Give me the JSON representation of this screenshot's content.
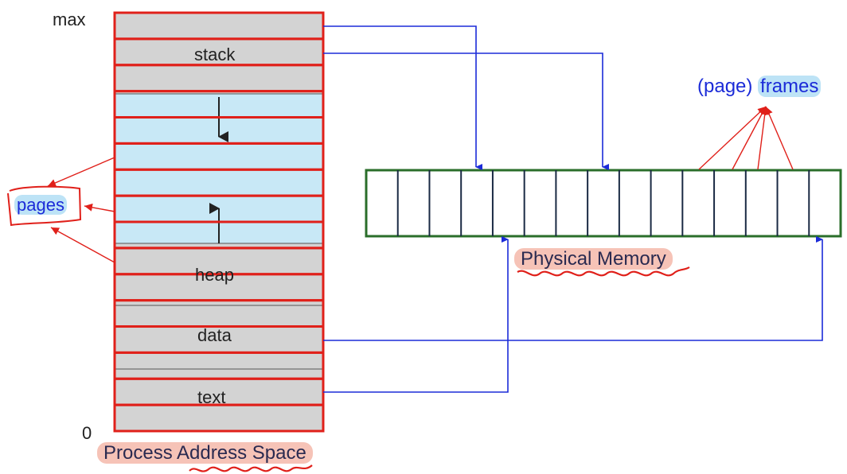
{
  "address_space": {
    "max_label": "max",
    "zero_label": "0",
    "segments": {
      "stack": "stack",
      "heap": "heap",
      "data": "data",
      "text": "text"
    },
    "caption": "Process Address Space"
  },
  "physical_memory": {
    "caption": "Physical Memory",
    "frame_count": 15
  },
  "annotations": {
    "pages": "pages",
    "frames_prefix": "(page)",
    "frames_word": "frames"
  },
  "colors": {
    "segment_gray": "#d3d3d3",
    "free_blue": "#c8e8f6",
    "page_outline_red": "#e0201a",
    "memory_green": "#2a6e2a",
    "frame_line": "#1a2a44",
    "mapping_blue": "#1b2bd8",
    "highlight_blue": "#bde3f6",
    "highlight_pink": "#f6c3b7"
  }
}
